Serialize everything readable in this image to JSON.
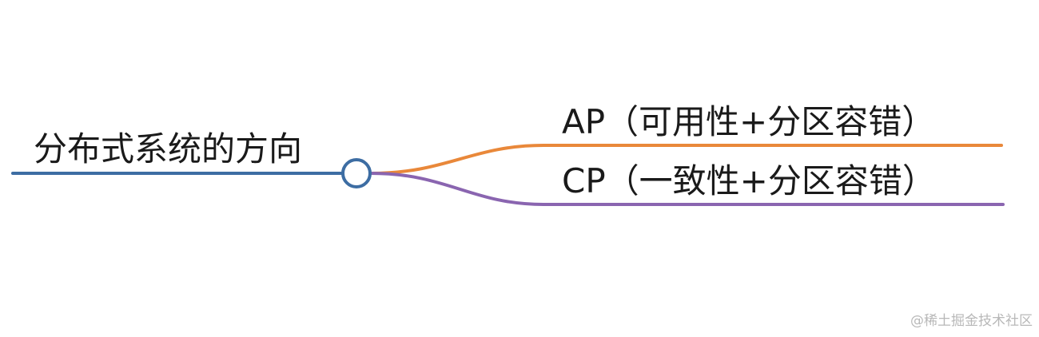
{
  "root": {
    "label": "分布式系统的方向",
    "color": "#3d6da3"
  },
  "branches": [
    {
      "label": "AP（可用性+分区容错）",
      "color": "#e9883a"
    },
    {
      "label": "CP（一致性+分区容错）",
      "color": "#8a65b0"
    }
  ],
  "watermark": "@稀土掘金技术社区"
}
